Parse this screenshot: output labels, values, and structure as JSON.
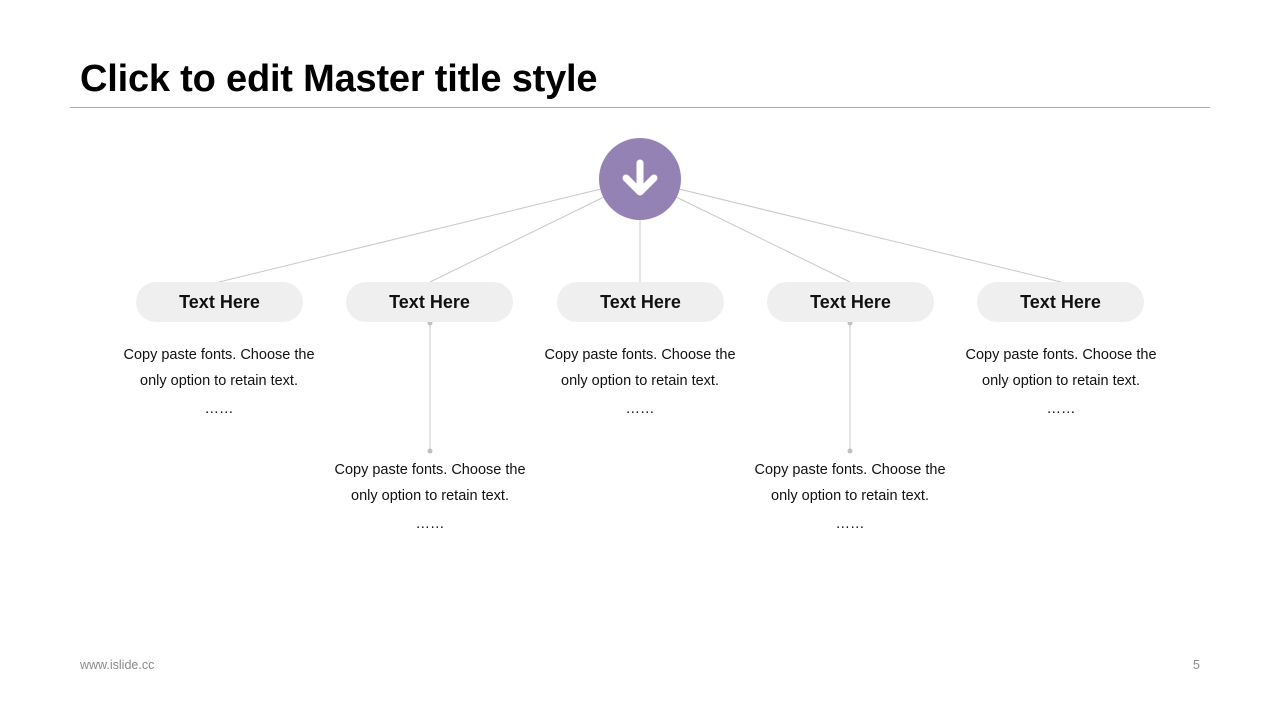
{
  "slide": {
    "title": "Click to edit Master title style",
    "footer_url": "www.islide.cc",
    "page_number": "5"
  },
  "hub": {
    "icon": "arrow-down-circle-icon",
    "color": "#9482b5"
  },
  "nodes": [
    {
      "label": "Text Here",
      "desc_line1": "Copy paste fonts. Choose the",
      "desc_line2": "only option to retain text.",
      "desc_dots": "……"
    },
    {
      "label": "Text Here",
      "desc_line1": "Copy paste fonts. Choose the",
      "desc_line2": "only option to retain text.",
      "desc_dots": "……"
    },
    {
      "label": "Text Here",
      "desc_line1": "Copy paste fonts. Choose the",
      "desc_line2": "only option to retain text.",
      "desc_dots": "……"
    },
    {
      "label": "Text Here",
      "desc_line1": "Copy paste fonts. Choose the",
      "desc_line2": "only option to retain text.",
      "desc_dots": "……"
    },
    {
      "label": "Text Here",
      "desc_line1": "Copy paste fonts. Choose the",
      "desc_line2": "only option to retain text.",
      "desc_dots": "……"
    }
  ],
  "colors": {
    "pill_background": "#efefef",
    "connector": "#c8c8c8"
  }
}
